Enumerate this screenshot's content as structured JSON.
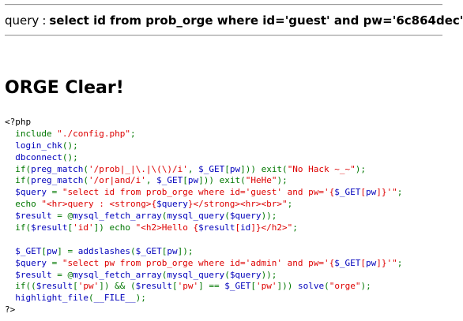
{
  "query_line": {
    "label": "query",
    "separator": ":",
    "value": "select id from prob_orge where id='guest' and pw='6c864dec'"
  },
  "result": {
    "heading": "ORGE Clear!"
  },
  "source_code": {
    "lines": [
      [
        [
          "html",
          "<?php"
        ]
      ],
      [
        [
          "def",
          "  "
        ],
        [
          "kw",
          "include "
        ],
        [
          "str",
          "\"./config.php\""
        ],
        [
          "kw",
          ";"
        ]
      ],
      [
        [
          "def",
          "  login_chk"
        ],
        [
          "kw",
          "();"
        ]
      ],
      [
        [
          "def",
          "  dbconnect"
        ],
        [
          "kw",
          "();"
        ]
      ],
      [
        [
          "def",
          "  "
        ],
        [
          "kw",
          "if("
        ],
        [
          "def",
          "preg_match"
        ],
        [
          "kw",
          "("
        ],
        [
          "str",
          "'/prob|_|\\.|\\(\\)/i'"
        ],
        [
          "kw",
          ", "
        ],
        [
          "def",
          "$_GET"
        ],
        [
          "kw",
          "["
        ],
        [
          "def",
          "pw"
        ],
        [
          "kw",
          "])) exit("
        ],
        [
          "str",
          "\"No Hack ~_~\""
        ],
        [
          "kw",
          ");"
        ]
      ],
      [
        [
          "def",
          "  "
        ],
        [
          "kw",
          "if("
        ],
        [
          "def",
          "preg_match"
        ],
        [
          "kw",
          "("
        ],
        [
          "str",
          "'/or|and/i'"
        ],
        [
          "kw",
          ", "
        ],
        [
          "def",
          "$_GET"
        ],
        [
          "kw",
          "["
        ],
        [
          "def",
          "pw"
        ],
        [
          "kw",
          "])) exit("
        ],
        [
          "str",
          "\"HeHe\""
        ],
        [
          "kw",
          ");"
        ]
      ],
      [
        [
          "def",
          "  $query "
        ],
        [
          "kw",
          "= "
        ],
        [
          "str",
          "\"select id from prob_orge where id='guest' and pw='{"
        ],
        [
          "def",
          "$_GET"
        ],
        [
          "str",
          "["
        ],
        [
          "def",
          "pw"
        ],
        [
          "str",
          "]"
        ],
        [
          "str",
          "}'\""
        ],
        [
          "kw",
          ";"
        ]
      ],
      [
        [
          "def",
          "  "
        ],
        [
          "kw",
          "echo "
        ],
        [
          "str",
          "\"<hr>query : <strong>{"
        ],
        [
          "def",
          "$query"
        ],
        [
          "str",
          "}</strong><hr><br>\""
        ],
        [
          "kw",
          ";"
        ]
      ],
      [
        [
          "def",
          "  $result "
        ],
        [
          "kw",
          "= @"
        ],
        [
          "def",
          "mysql_fetch_array"
        ],
        [
          "kw",
          "("
        ],
        [
          "def",
          "mysql_query"
        ],
        [
          "kw",
          "("
        ],
        [
          "def",
          "$query"
        ],
        [
          "kw",
          "));"
        ]
      ],
      [
        [
          "def",
          "  "
        ],
        [
          "kw",
          "if("
        ],
        [
          "def",
          "$result"
        ],
        [
          "kw",
          "["
        ],
        [
          "str",
          "'id'"
        ],
        [
          "kw",
          "]) echo "
        ],
        [
          "str",
          "\"<h2>Hello {"
        ],
        [
          "def",
          "$result"
        ],
        [
          "str",
          "["
        ],
        [
          "def",
          "id"
        ],
        [
          "str",
          "]}</h2>\""
        ],
        [
          "kw",
          ";"
        ]
      ],
      [
        [
          "def",
          " "
        ]
      ],
      [
        [
          "def",
          "  $_GET"
        ],
        [
          "kw",
          "["
        ],
        [
          "def",
          "pw"
        ],
        [
          "kw",
          "] = "
        ],
        [
          "def",
          "addslashes"
        ],
        [
          "kw",
          "("
        ],
        [
          "def",
          "$_GET"
        ],
        [
          "kw",
          "["
        ],
        [
          "def",
          "pw"
        ],
        [
          "kw",
          "]);"
        ]
      ],
      [
        [
          "def",
          "  $query "
        ],
        [
          "kw",
          "= "
        ],
        [
          "str",
          "\"select pw from prob_orge where id='admin' and pw='{"
        ],
        [
          "def",
          "$_GET"
        ],
        [
          "str",
          "["
        ],
        [
          "def",
          "pw"
        ],
        [
          "str",
          "]"
        ],
        [
          "str",
          "}'\""
        ],
        [
          "kw",
          ";"
        ]
      ],
      [
        [
          "def",
          "  $result "
        ],
        [
          "kw",
          "= @"
        ],
        [
          "def",
          "mysql_fetch_array"
        ],
        [
          "kw",
          "("
        ],
        [
          "def",
          "mysql_query"
        ],
        [
          "kw",
          "("
        ],
        [
          "def",
          "$query"
        ],
        [
          "kw",
          "));"
        ]
      ],
      [
        [
          "def",
          "  "
        ],
        [
          "kw",
          "if(("
        ],
        [
          "def",
          "$result"
        ],
        [
          "kw",
          "["
        ],
        [
          "str",
          "'pw'"
        ],
        [
          "kw",
          "]) && ("
        ],
        [
          "def",
          "$result"
        ],
        [
          "kw",
          "["
        ],
        [
          "str",
          "'pw'"
        ],
        [
          "kw",
          "] == "
        ],
        [
          "def",
          "$_GET"
        ],
        [
          "kw",
          "["
        ],
        [
          "str",
          "'pw'"
        ],
        [
          "kw",
          "])) "
        ],
        [
          "def",
          "solve"
        ],
        [
          "kw",
          "("
        ],
        [
          "str",
          "\"orge\""
        ],
        [
          "kw",
          ");"
        ]
      ],
      [
        [
          "def",
          "  highlight_file"
        ],
        [
          "kw",
          "("
        ],
        [
          "def",
          "__FILE__"
        ],
        [
          "kw",
          ");"
        ]
      ],
      [
        [
          "html",
          "?>"
        ]
      ]
    ]
  }
}
